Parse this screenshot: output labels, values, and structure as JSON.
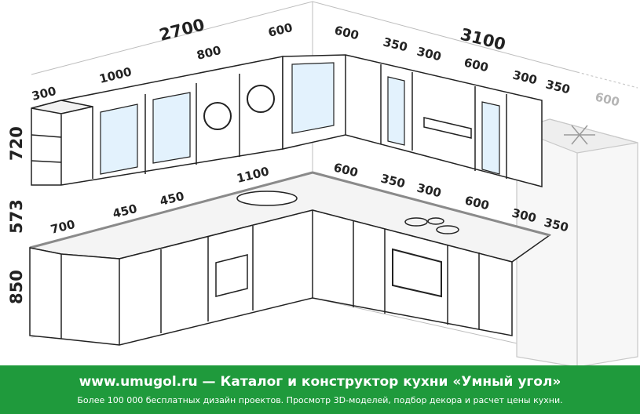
{
  "dimensions": {
    "wall_left_total": "2700",
    "wall_right_total": "3100",
    "upper_left": [
      "300",
      "1000",
      "800",
      "600"
    ],
    "upper_right": [
      "600",
      "350",
      "300",
      "600",
      "300",
      "350"
    ],
    "fridge": "600",
    "lower_left": [
      "700",
      "450",
      "450",
      "1100"
    ],
    "lower_right": [
      "600",
      "350",
      "300",
      "600",
      "300",
      "350"
    ],
    "height_upper": "720",
    "height_gap": "573",
    "height_lower": "850"
  },
  "footer": {
    "site": "www.umugol.ru",
    "dash": "—",
    "title": "Каталог и конструктор кухни «Умный угол»",
    "subtitle": "Более 100 000 бесплатных дизайн проектов. Просмотр 3D-моделей, подбор декора и расчет цены кухни."
  },
  "colors": {
    "footer_bg": "#1f9a3c",
    "line": "#222222",
    "ghost": "#c8c8c8"
  }
}
